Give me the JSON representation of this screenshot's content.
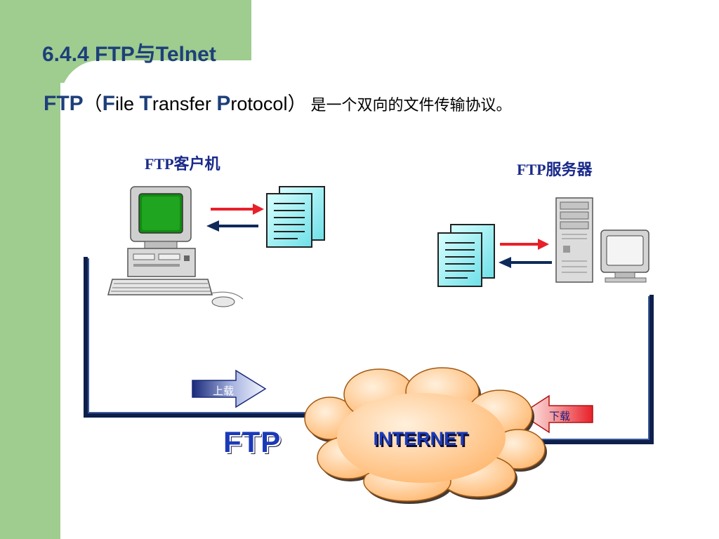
{
  "slide": {
    "heading": "6.4.4 FTP与Telnet",
    "subtitle": {
      "acronym": "FTP",
      "open_paren": "（",
      "word1_cap": "F",
      "word1_rest": "ile ",
      "word2_cap": "T",
      "word2_rest": "ransfer ",
      "word3_cap": "P",
      "word3_rest": "rotocol",
      "close_paren": "）",
      "description": "是一个双向的文件传输协议。"
    },
    "diagram": {
      "client_label": "FTP客户机",
      "server_label": "FTP服务器",
      "upload_label": "上载",
      "download_label": "下载",
      "internet_label": "INTERNET",
      "bottom_label": "FTP"
    }
  },
  "colors": {
    "green_background": "#9fcc8f",
    "heading_blue": "#1d3f7a",
    "line_navy": "#1a3060",
    "cloud_orange": "#ffbe7a",
    "arrow_red": "#e8202a"
  }
}
